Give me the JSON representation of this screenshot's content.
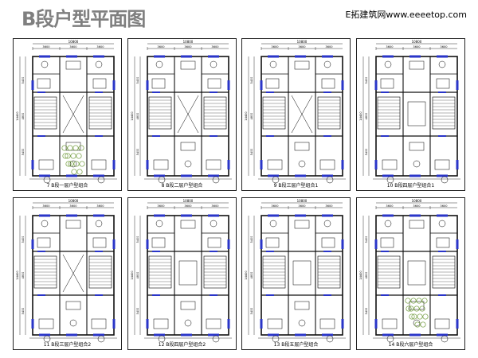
{
  "header": {
    "title": "B段户型平面图",
    "site": "E拓建筑网www.eeeetop.com"
  },
  "colors": {
    "accent": "#2a35c8",
    "wall": "#111111",
    "plant": "#6f9a3a",
    "title": "#7f7f7f"
  },
  "dimensions": {
    "overall_width": "10800",
    "bay_widths": [
      "3600",
      "3600",
      "3600"
    ],
    "side_top": [
      "5400",
      "4800"
    ],
    "overall_depth": "14400"
  },
  "panels": [
    {
      "caption": "7   B段一层户型组合",
      "variant": "courtyard-garden"
    },
    {
      "caption": "8   B段二层户型组合",
      "variant": "void"
    },
    {
      "caption": "9   B段三层户型组合1",
      "variant": "void"
    },
    {
      "caption": "10   B段四层户型组合1",
      "variant": "full"
    },
    {
      "caption": "11   B段三层户型组合2",
      "variant": "void"
    },
    {
      "caption": "12   B段四层户型组合2",
      "variant": "full"
    },
    {
      "caption": "13   B段五层户型组合",
      "variant": "full"
    },
    {
      "caption": "14   B段六层户型组合",
      "variant": "garden"
    }
  ]
}
